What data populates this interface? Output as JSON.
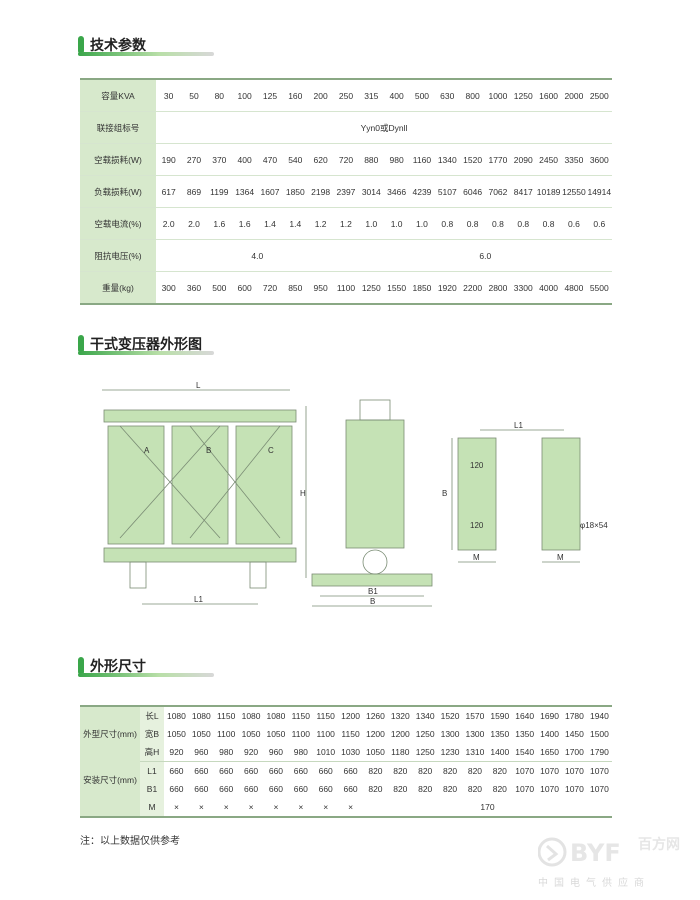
{
  "sections": {
    "specs_title": "技术参数",
    "drawing_title": "干式变压器外形图",
    "dims_title": "外形尺寸"
  },
  "spec_table": {
    "rows": [
      {
        "label": "容量KVA",
        "values": [
          "30",
          "50",
          "80",
          "100",
          "125",
          "160",
          "200",
          "250",
          "315",
          "400",
          "500",
          "630",
          "800",
          "1000",
          "1250",
          "1600",
          "2000",
          "2500"
        ]
      },
      {
        "label": "联接组标号",
        "merged": "Yyn0或Dynll"
      },
      {
        "label": "空载损耗(W)",
        "values": [
          "190",
          "270",
          "370",
          "400",
          "470",
          "540",
          "620",
          "720",
          "880",
          "980",
          "1160",
          "1340",
          "1520",
          "1770",
          "2090",
          "2450",
          "3350",
          "3600"
        ]
      },
      {
        "label": "负载损耗(W)",
        "values": [
          "617",
          "869",
          "1199",
          "1364",
          "1607",
          "1850",
          "2198",
          "2397",
          "3014",
          "3466",
          "4239",
          "5107",
          "6046",
          "7062",
          "8417",
          "10189",
          "12550",
          "14914"
        ]
      },
      {
        "label": "空载电流(%)",
        "values": [
          "2.0",
          "2.0",
          "1.6",
          "1.6",
          "1.4",
          "1.4",
          "1.2",
          "1.2",
          "1.0",
          "1.0",
          "1.0",
          "0.8",
          "0.8",
          "0.8",
          "0.8",
          "0.8",
          "0.6",
          "0.6"
        ]
      },
      {
        "label": "阻抗电压(%)",
        "split": [
          "4.0",
          "6.0"
        ]
      },
      {
        "label": "重量(kg)",
        "values": [
          "300",
          "360",
          "500",
          "600",
          "720",
          "850",
          "950",
          "1100",
          "1250",
          "1550",
          "1850",
          "1920",
          "2200",
          "2800",
          "3300",
          "4000",
          "4800",
          "5500"
        ]
      }
    ]
  },
  "drawing_labels": {
    "L": "L",
    "L1": "L1",
    "H": "H",
    "B": "B",
    "B1": "B1",
    "M": "M",
    "A": "A",
    "B_phase": "B",
    "C": "C",
    "dim120a": "120",
    "dim120b": "120",
    "slot": "φ18×54"
  },
  "dims_table": {
    "group1_label": "外型尺寸(mm)",
    "group2_label": "安装尺寸(mm)",
    "rows": [
      {
        "sub": "长L",
        "values": [
          "1080",
          "1080",
          "1150",
          "1080",
          "1080",
          "1150",
          "1150",
          "1200",
          "1260",
          "1320",
          "1340",
          "1520",
          "1570",
          "1590",
          "1640",
          "1690",
          "1780",
          "1940"
        ]
      },
      {
        "sub": "宽B",
        "values": [
          "1050",
          "1050",
          "1100",
          "1050",
          "1050",
          "1100",
          "1100",
          "1150",
          "1200",
          "1200",
          "1250",
          "1300",
          "1300",
          "1350",
          "1350",
          "1400",
          "1450",
          "1500"
        ]
      },
      {
        "sub": "高H",
        "values": [
          "920",
          "960",
          "980",
          "920",
          "960",
          "980",
          "1010",
          "1030",
          "1050",
          "1180",
          "1250",
          "1230",
          "1310",
          "1400",
          "1540",
          "1650",
          "1700",
          "1790"
        ]
      },
      {
        "sub": "L1",
        "values": [
          "660",
          "660",
          "660",
          "660",
          "660",
          "660",
          "660",
          "660",
          "820",
          "820",
          "820",
          "820",
          "820",
          "820",
          "1070",
          "1070",
          "1070",
          "1070"
        ]
      },
      {
        "sub": "B1",
        "values": [
          "660",
          "660",
          "660",
          "660",
          "660",
          "660",
          "660",
          "660",
          "820",
          "820",
          "820",
          "820",
          "820",
          "820",
          "1070",
          "1070",
          "1070",
          "1070"
        ]
      },
      {
        "sub": "M",
        "values": [
          "×",
          "×",
          "×",
          "×",
          "×",
          "×",
          "×",
          "×"
        ],
        "merged_rest": "170"
      }
    ]
  },
  "note": "注：以上数据仅供参考",
  "watermark": {
    "text1": "百方网",
    "text2": "中国电气供应商",
    "logo": "BYF"
  },
  "colors": {
    "accent": "#3aa64a",
    "cell_green": "#d7e9cc",
    "drawing_fill": "#c5e2b5"
  }
}
